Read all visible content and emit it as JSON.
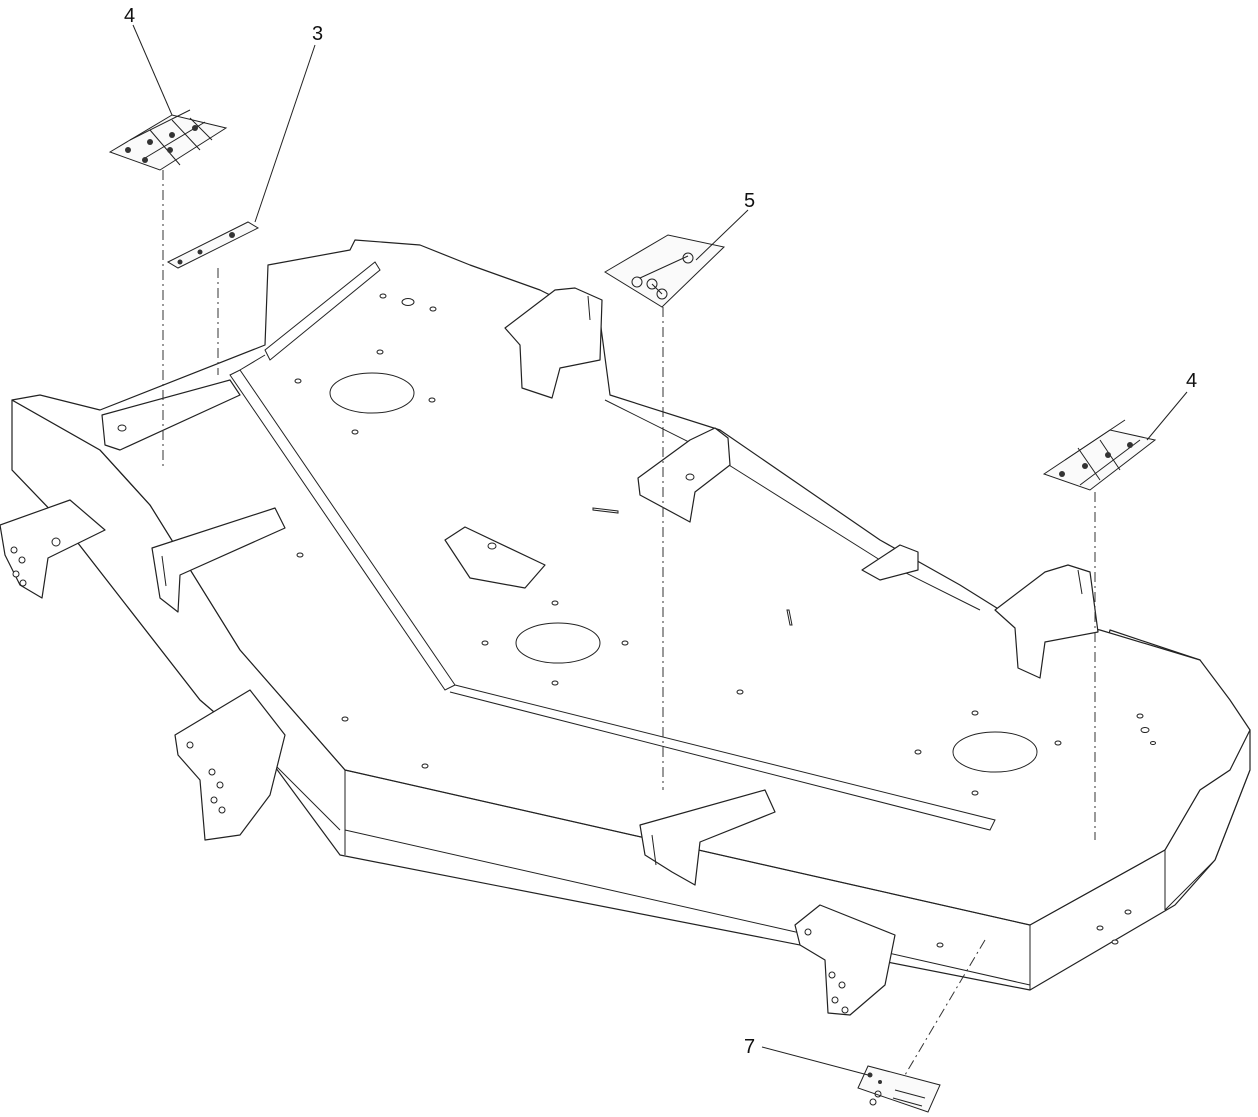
{
  "callouts": [
    {
      "id": "decal-a",
      "label": "4"
    },
    {
      "id": "decal-b",
      "label": "3"
    },
    {
      "id": "decal-c",
      "label": "5"
    },
    {
      "id": "decal-d",
      "label": "4"
    },
    {
      "id": "decal-e",
      "label": "7"
    }
  ]
}
